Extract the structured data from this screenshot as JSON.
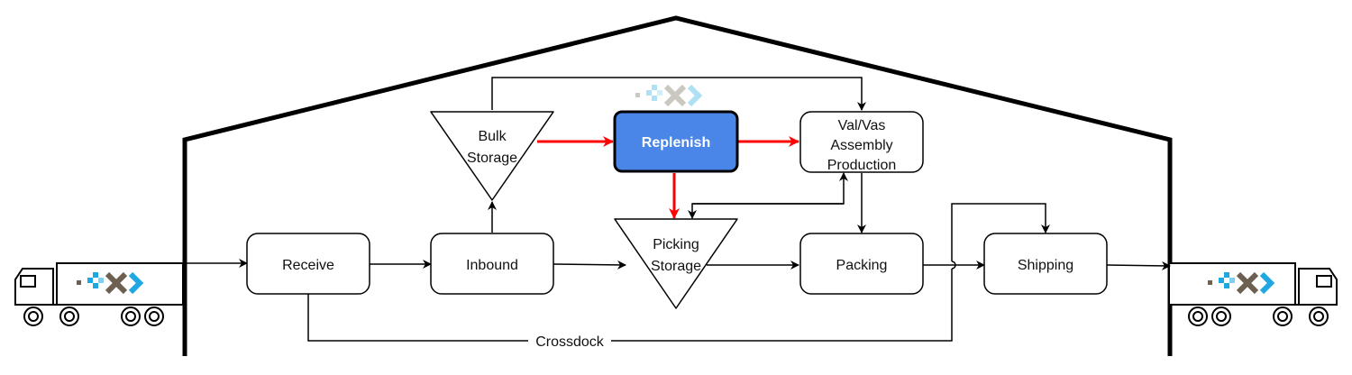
{
  "colors": {
    "line": "#000000",
    "highlight_arrow": "#ff0000",
    "highlight_fill": "#4a86e8",
    "logo_gray": "#6d6050",
    "logo_blue": "#1ea7e1"
  },
  "nodes": {
    "receive": "Receive",
    "inbound": "Inbound",
    "bulk_storage": [
      "Bulk",
      "Storage"
    ],
    "replenish": "Replenish",
    "valvas": [
      "Val/Vas",
      "Assembly",
      "Production"
    ],
    "picking_storage": [
      "Picking",
      "Storage"
    ],
    "packing": "Packing",
    "shipping": "Shipping"
  },
  "edge_labels": {
    "crossdock": "Crossdock"
  },
  "icons": [
    "truck-icon",
    "brand-logo-icon"
  ]
}
